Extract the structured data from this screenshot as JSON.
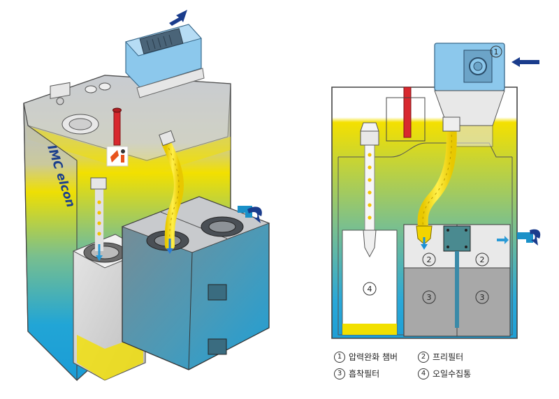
{
  "brand": {
    "side_logo": "IMC elcon"
  },
  "callouts": {
    "c1": "1",
    "c2a": "2",
    "c2b": "2",
    "c3a": "3",
    "c3b": "3",
    "c4": "4"
  },
  "legend": [
    {
      "num": "1",
      "label": "압력완화 챔버"
    },
    {
      "num": "2",
      "label": "프리필터"
    },
    {
      "num": "3",
      "label": "흡착필터"
    },
    {
      "num": "4",
      "label": "오일수집통"
    }
  ],
  "colors": {
    "oil_yellow": "#f5e100",
    "water_blue": "#1aa0d8",
    "chamber_blue": "#8cc8ec",
    "flow_arrow": "#1a3c8c",
    "vent_red": "#d8282e",
    "filter_gray": "#a8a8a8"
  }
}
